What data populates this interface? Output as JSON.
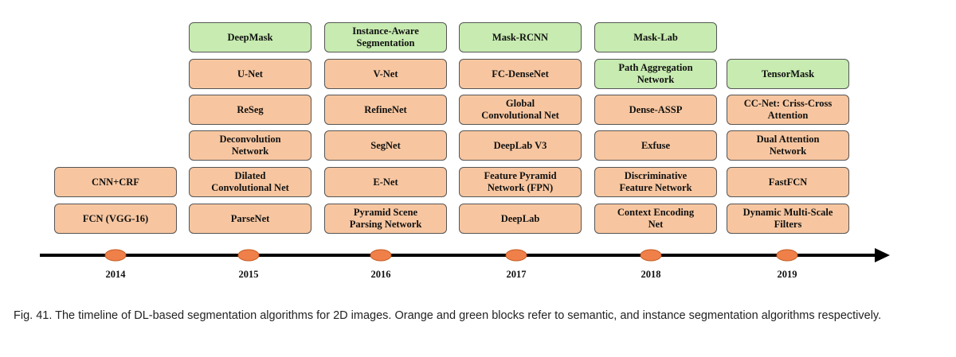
{
  "colors": {
    "semantic": "#f7c6a0",
    "instance": "#c7ebb0",
    "axis": "#000000",
    "marker": "#f0804a"
  },
  "columns": [
    {
      "year": "2014",
      "boxes": [
        {
          "label": "CNN+CRF",
          "kind": "semantic"
        },
        {
          "label": "FCN (VGG-16)",
          "kind": "semantic"
        }
      ]
    },
    {
      "year": "2015",
      "boxes": [
        {
          "label": "DeepMask",
          "kind": "instance"
        },
        {
          "label": "U-Net",
          "kind": "semantic"
        },
        {
          "label": "ReSeg",
          "kind": "semantic"
        },
        {
          "label": "Deconvolution\nNetwork",
          "kind": "semantic"
        },
        {
          "label": "Dilated\nConvolutional Net",
          "kind": "semantic"
        },
        {
          "label": "ParseNet",
          "kind": "semantic"
        }
      ]
    },
    {
      "year": "2016",
      "boxes": [
        {
          "label": "Instance-Aware\nSegmentation",
          "kind": "instance"
        },
        {
          "label": "V-Net",
          "kind": "semantic"
        },
        {
          "label": "RefineNet",
          "kind": "semantic"
        },
        {
          "label": "SegNet",
          "kind": "semantic"
        },
        {
          "label": "E-Net",
          "kind": "semantic"
        },
        {
          "label": "Pyramid Scene\nParsing Network",
          "kind": "semantic"
        }
      ]
    },
    {
      "year": "2017",
      "boxes": [
        {
          "label": "Mask-RCNN",
          "kind": "instance"
        },
        {
          "label": "FC-DenseNet",
          "kind": "semantic"
        },
        {
          "label": "Global\nConvolutional Net",
          "kind": "semantic"
        },
        {
          "label": "DeepLab V3",
          "kind": "semantic"
        },
        {
          "label": "Feature Pyramid\nNetwork (FPN)",
          "kind": "semantic"
        },
        {
          "label": "DeepLab",
          "kind": "semantic"
        }
      ]
    },
    {
      "year": "2018",
      "boxes": [
        {
          "label": "Mask-Lab",
          "kind": "instance"
        },
        {
          "label": "Path Aggregation\nNetwork",
          "kind": "instance"
        },
        {
          "label": "Dense-ASSP",
          "kind": "semantic"
        },
        {
          "label": "Exfuse",
          "kind": "semantic"
        },
        {
          "label": "Discriminative\nFeature Network",
          "kind": "semantic"
        },
        {
          "label": "Context Encoding\nNet",
          "kind": "semantic"
        }
      ]
    },
    {
      "year": "2019",
      "boxes": [
        {
          "label": "TensorMask",
          "kind": "instance"
        },
        {
          "label": "CC-Net: Criss-Cross\nAttention",
          "kind": "semantic"
        },
        {
          "label": "Dual Attention\nNetwork",
          "kind": "semantic"
        },
        {
          "label": "FastFCN",
          "kind": "semantic"
        },
        {
          "label": "Dynamic Multi-Scale\nFilters",
          "kind": "semantic"
        }
      ]
    }
  ],
  "caption": "Fig. 41. The timeline of DL-based segmentation algorithms for 2D images. Orange and green blocks refer to semantic, and instance segmentation algorithms respectively."
}
